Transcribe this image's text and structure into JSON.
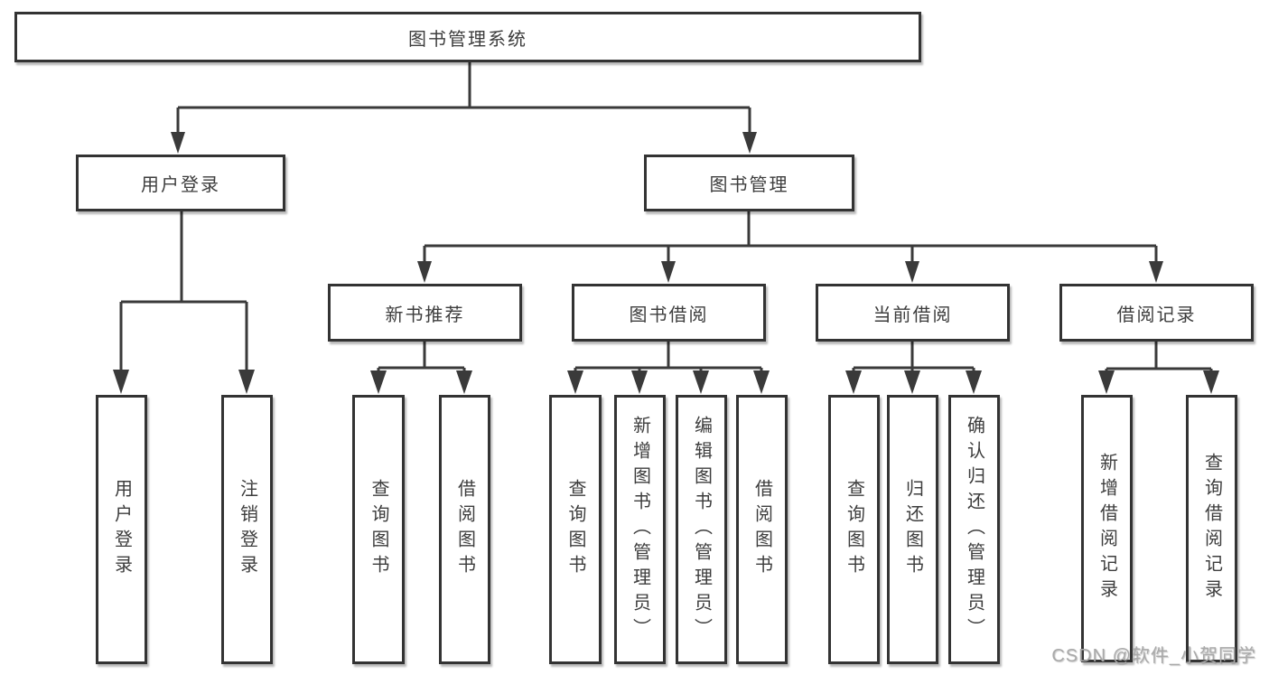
{
  "diagram": {
    "root": {
      "label": "图书管理系统"
    },
    "branches": [
      {
        "label": "用户登录",
        "children": [
          {
            "label": "用户登录"
          },
          {
            "label": "注销登录"
          }
        ]
      },
      {
        "label": "图书管理",
        "children": [
          {
            "label": "新书推荐",
            "children": [
              {
                "label": "查询图书"
              },
              {
                "label": "借阅图书"
              }
            ]
          },
          {
            "label": "图书借阅",
            "children": [
              {
                "label": "查询图书"
              },
              {
                "label": "新增图书（管理员）"
              },
              {
                "label": "编辑图书（管理员）"
              },
              {
                "label": "借阅图书"
              }
            ]
          },
          {
            "label": "当前借阅",
            "children": [
              {
                "label": "查询图书"
              },
              {
                "label": "归还图书"
              },
              {
                "label": "确认归还（管理员）"
              }
            ]
          },
          {
            "label": "借阅记录",
            "children": [
              {
                "label": "新增借阅记录"
              },
              {
                "label": "查询借阅记录"
              }
            ]
          }
        ]
      }
    ]
  },
  "watermark": {
    "text": "CSDN @软件_小贺同学"
  },
  "colors": {
    "line": "#3a3a3a",
    "box_border": "#333333",
    "box_fill": "#ffffff",
    "text": "#3d3d3d",
    "watermark": "#a9a9a9",
    "background": "#ffffff"
  }
}
